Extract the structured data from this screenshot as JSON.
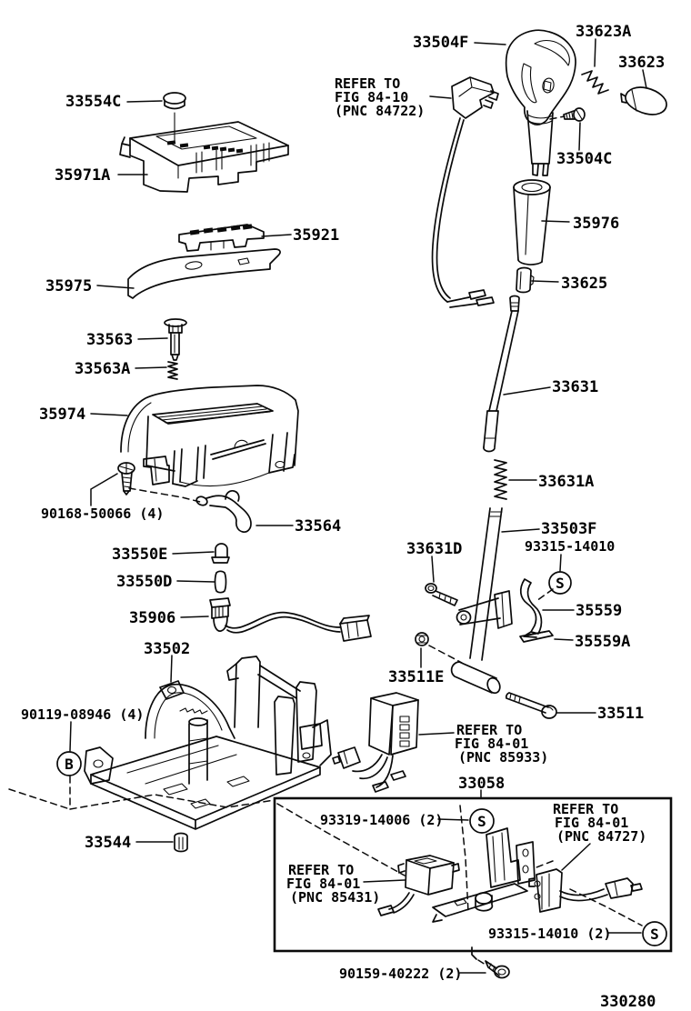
{
  "figure_number": "330280",
  "markers": {
    "b": "B",
    "s": "S"
  },
  "parts": {
    "p33554C": "33554C",
    "p35971A": "35971A",
    "p35921": "35921",
    "p35975": "35975",
    "p33563": "33563",
    "p33563A": "33563A",
    "p35974": "35974",
    "p90168": "90168-50066 (4)",
    "p33564": "33564",
    "p33550E": "33550E",
    "p33550D": "33550D",
    "p35906": "35906",
    "p33502": "33502",
    "p90119": "90119-08946 (4)",
    "p33544": "33544",
    "p33504F": "33504F",
    "p33623A": "33623A",
    "p33623": "33623",
    "p33504C": "33504C",
    "p35976": "35976",
    "p33625": "33625",
    "p33631": "33631",
    "p33631A": "33631A",
    "p33631D": "33631D",
    "p33503F": "33503F",
    "p93315": "93315-14010",
    "p35559": "35559",
    "p35559A": "35559A",
    "p33511E": "33511E",
    "p33511": "33511",
    "p33058": "33058",
    "p93319": "93319-14006 (2)",
    "p93315_2": "93315-14010 (2)",
    "p90159": "90159-40222 (2)"
  },
  "references": {
    "fig84_10": {
      "line1": "REFER TO",
      "line2": "FIG 84-10",
      "line3": "(PNC 84722)"
    },
    "fig84_01_85933": {
      "line1": "REFER TO",
      "line2": "FIG 84-01",
      "line3": "(PNC 85933)"
    },
    "fig84_01_84727": {
      "line1": "REFER TO",
      "line2": "FIG 84-01",
      "line3": "(PNC 84727)"
    },
    "fig84_01_85431": {
      "line1": "REFER TO",
      "line2": "FIG 84-01",
      "line3": "(PNC 85431)"
    }
  }
}
